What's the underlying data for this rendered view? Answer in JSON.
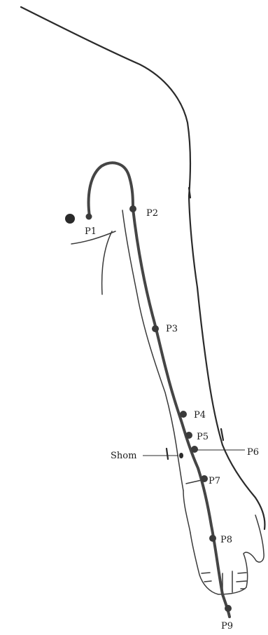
{
  "points": [
    {
      "id": "p1",
      "label": "P1"
    },
    {
      "id": "p2",
      "label": "P2"
    },
    {
      "id": "p3",
      "label": "P3"
    },
    {
      "id": "p4",
      "label": "P4"
    },
    {
      "id": "p5",
      "label": "P5"
    },
    {
      "id": "p6",
      "label": "P6"
    },
    {
      "id": "p7",
      "label": "P7"
    },
    {
      "id": "p8",
      "label": "P8"
    },
    {
      "id": "p9",
      "label": "P9"
    }
  ],
  "shom": {
    "label": "Shom"
  }
}
